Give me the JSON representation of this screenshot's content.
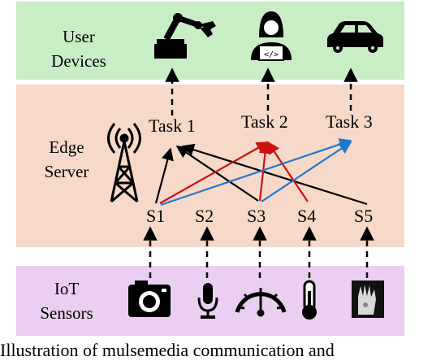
{
  "layers": {
    "user": [
      "User",
      "Devices"
    ],
    "edge": [
      "Edge",
      "Server"
    ],
    "iot": [
      "IoT",
      "Sensors"
    ]
  },
  "tasks": [
    "Task 1",
    "Task 2",
    "Task 3"
  ],
  "sensors": [
    "S1",
    "S2",
    "S3",
    "S4",
    "S5"
  ],
  "devices": [
    "robot-arm-icon",
    "programmer-icon",
    "car-icon"
  ],
  "sensor_icons": [
    "camera-icon",
    "microphone-icon",
    "gauge-icon",
    "thermometer-icon",
    "haptic-glove-icon"
  ],
  "server_icon": "antenna-tower-icon",
  "colors": {
    "user_band": "#c9edc5",
    "edge_band": "#f7d9c9",
    "iot_band": "#eacff0",
    "link_black": "#000000",
    "link_red": "#cc1111",
    "link_blue": "#2277cc"
  },
  "caption": "Illustration of mulsemedia communication and"
}
